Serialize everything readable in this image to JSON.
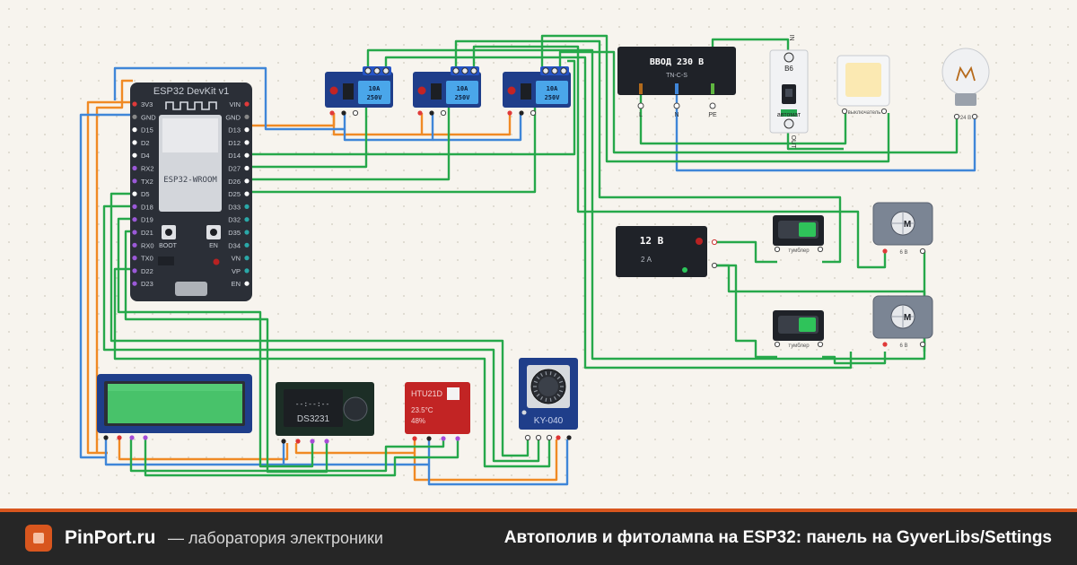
{
  "esp32": {
    "title": "ESP32 DevKit v1",
    "chip": "ESP32-WROOM",
    "boot": "BOOT",
    "en": "EN",
    "pins_left": [
      "3V3",
      "GND",
      "D15",
      "D2",
      "D4",
      "RX2",
      "TX2",
      "D5",
      "D18",
      "D19",
      "D21",
      "RX0",
      "TX0",
      "D22",
      "D23"
    ],
    "pins_right": [
      "VIN",
      "GND",
      "D13",
      "D12",
      "D14",
      "D27",
      "D26",
      "D25",
      "D33",
      "D32",
      "D35",
      "D34",
      "VN",
      "VP",
      "EN"
    ]
  },
  "relays": [
    {
      "rating": "10A",
      "voltage": "250V"
    },
    {
      "rating": "10A",
      "voltage": "250V"
    },
    {
      "rating": "10A",
      "voltage": "250V"
    }
  ],
  "mains": {
    "title": "ВВОД 230 В",
    "system": "TN-C-S",
    "terminals": [
      "L",
      "N",
      "PE"
    ]
  },
  "breaker": {
    "rating": "B6",
    "label": "автомат",
    "in_label": "IN",
    "out_label": "OUT"
  },
  "lamp_switch": {
    "label": "выключатель"
  },
  "bulb": {
    "label": "24 В"
  },
  "psu": {
    "voltage": "12 В",
    "current": "2 А"
  },
  "toggles": [
    {
      "label": "тумблер"
    },
    {
      "label": "тумблер"
    }
  ],
  "motors": [
    {
      "symbol": "M",
      "label": "6 В"
    },
    {
      "symbol": "M",
      "label": "6 В"
    }
  ],
  "rtc": {
    "display": "--:--:--",
    "name": "DS3231"
  },
  "sensor": {
    "name": "HTU21D",
    "line1": "23.5°C",
    "line2": "48%"
  },
  "encoder": {
    "name": "KY-040"
  },
  "footer": {
    "brand": "PinPort.ru",
    "tagline": "— лаборатория электроники",
    "title": "Автополив и фитолампа на ESP32: панель на GyverLibs/Settings"
  }
}
